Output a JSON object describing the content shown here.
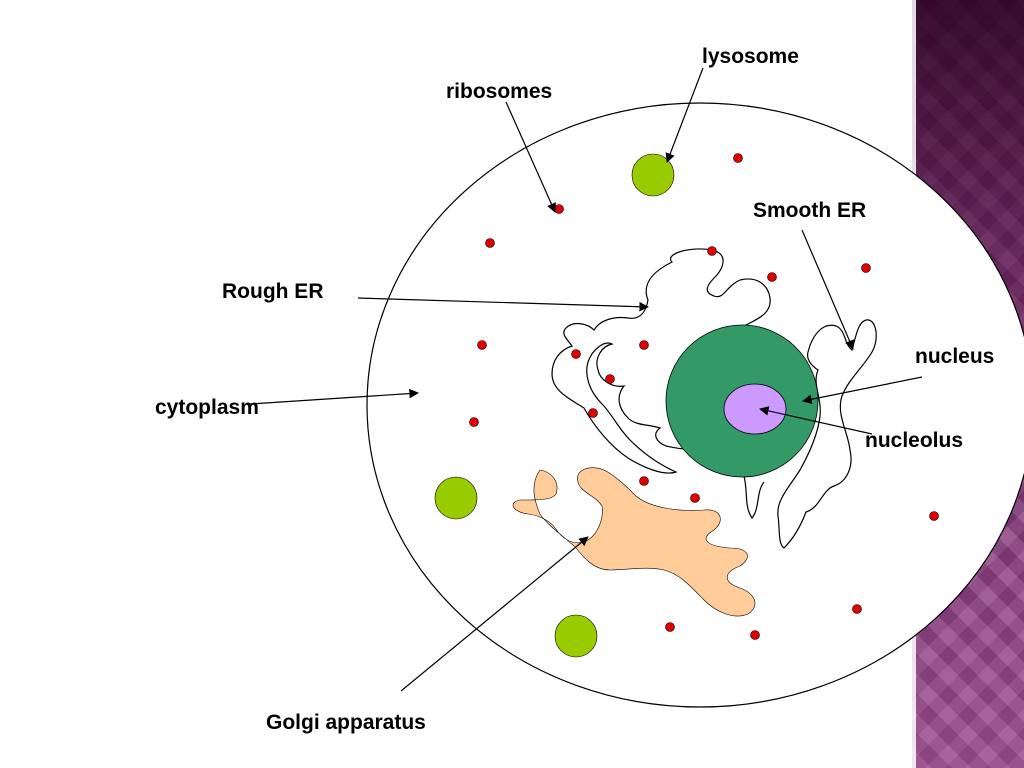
{
  "labels": {
    "lysosome": "lysosome",
    "ribosomes": "ribosomes",
    "smooth_er": "Smooth ER",
    "rough_er": "Rough ER",
    "nucleus": "nucleus",
    "cytoplasm": "cytoplasm",
    "nucleolus": "nucleolus",
    "golgi": "Golgi apparatus"
  },
  "colors": {
    "ribosome": "#e00000",
    "lysosome": "#99cc00",
    "nucleus": "#339966",
    "nucleolus": "#cc99ff",
    "golgi": "#ffcc99",
    "side_band": "#8a3d7e"
  }
}
